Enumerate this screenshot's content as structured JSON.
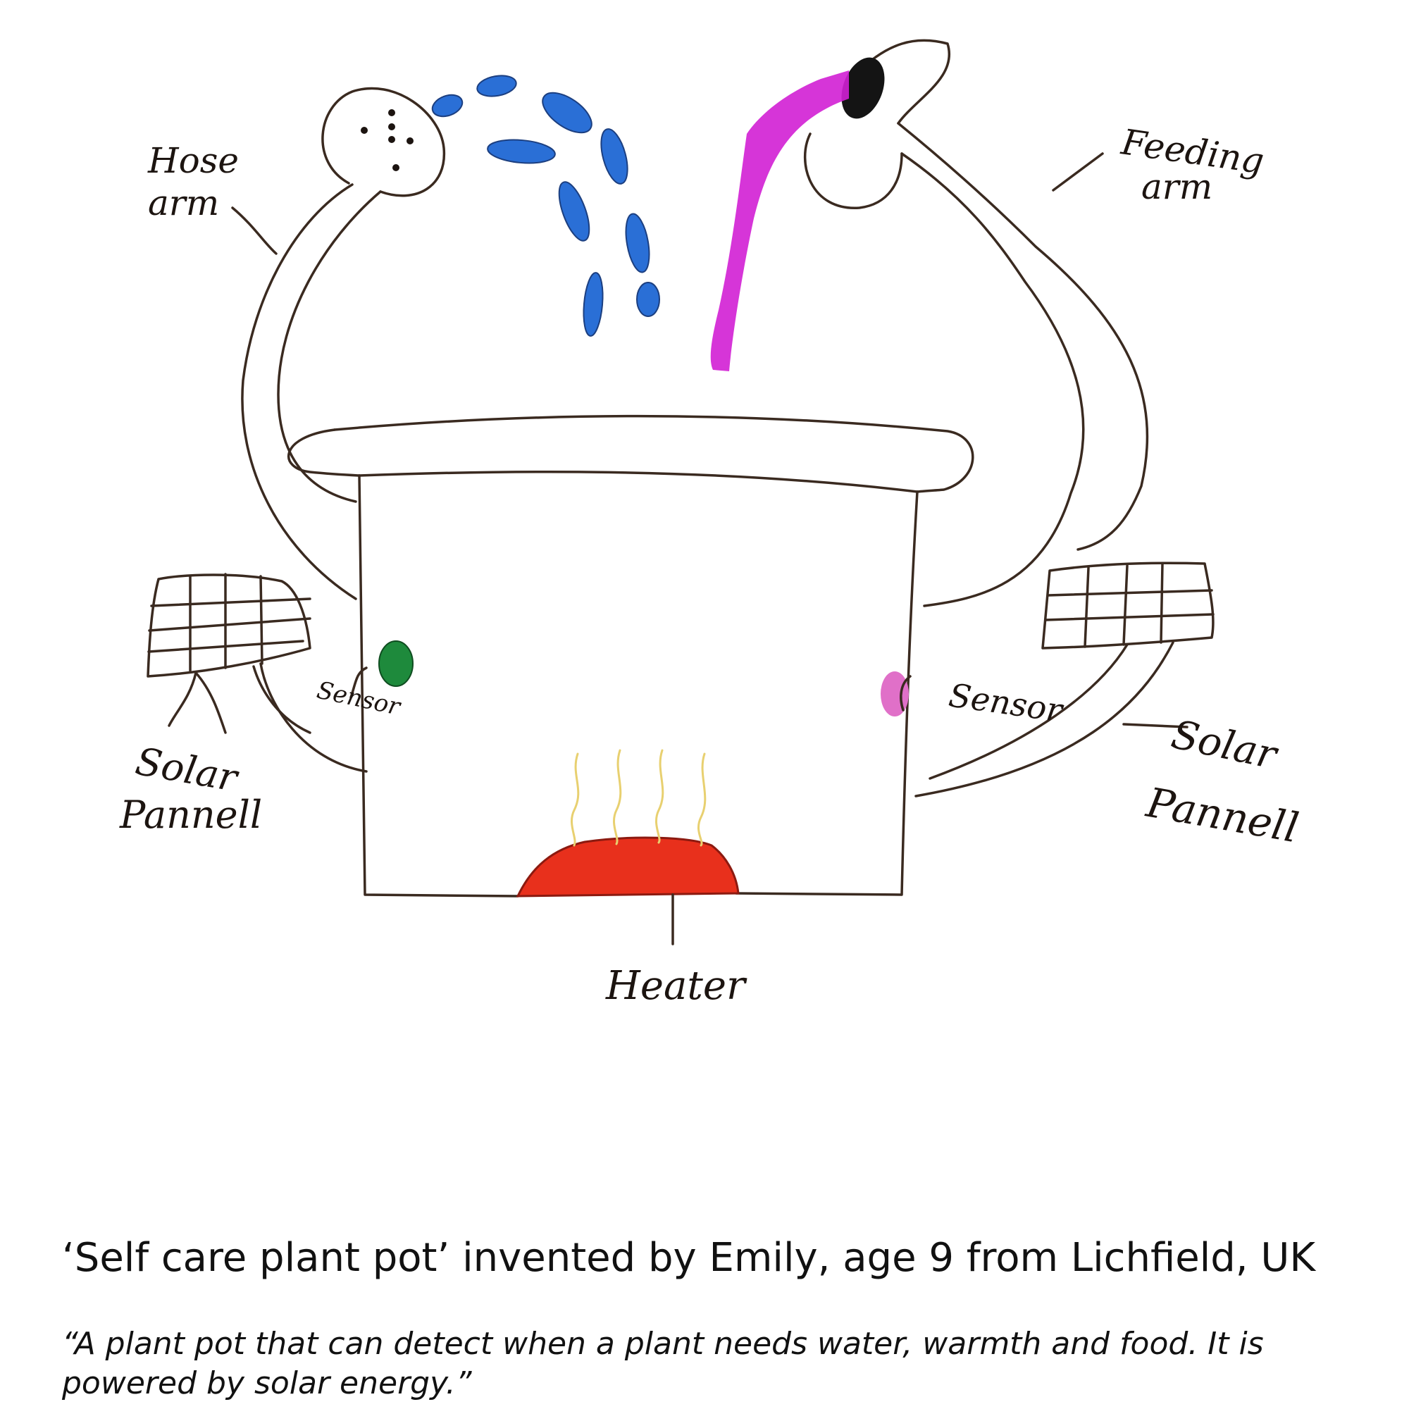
{
  "labels": {
    "hose_arm_line1": "Hose",
    "hose_arm_line2": "arm",
    "feeding_arm_line1": "Feeding",
    "feeding_arm_line2": "arm",
    "sensor_left": "Sensor",
    "sensor_right": "Sensor",
    "solar_left_line1": "Solar",
    "solar_left_line2": "Pannell",
    "solar_right_line1": "Solar",
    "solar_right_line2": "Pannell",
    "heater": "Heater"
  },
  "caption": {
    "title": "‘Self care plant pot’ invented by Emily, age 9 from Lichfield, UK",
    "quote": "“A plant pot that can detect when a plant needs water, warmth and food. It is powered by solar energy.”"
  },
  "colors": {
    "ink": "#3a2a20",
    "water": "#2a6fd6",
    "food": "#d21fd4",
    "heater": "#e8301c",
    "sensor_left": "#1e8a3c",
    "sensor_right": "#e070c8",
    "steam": "#e8d070"
  }
}
